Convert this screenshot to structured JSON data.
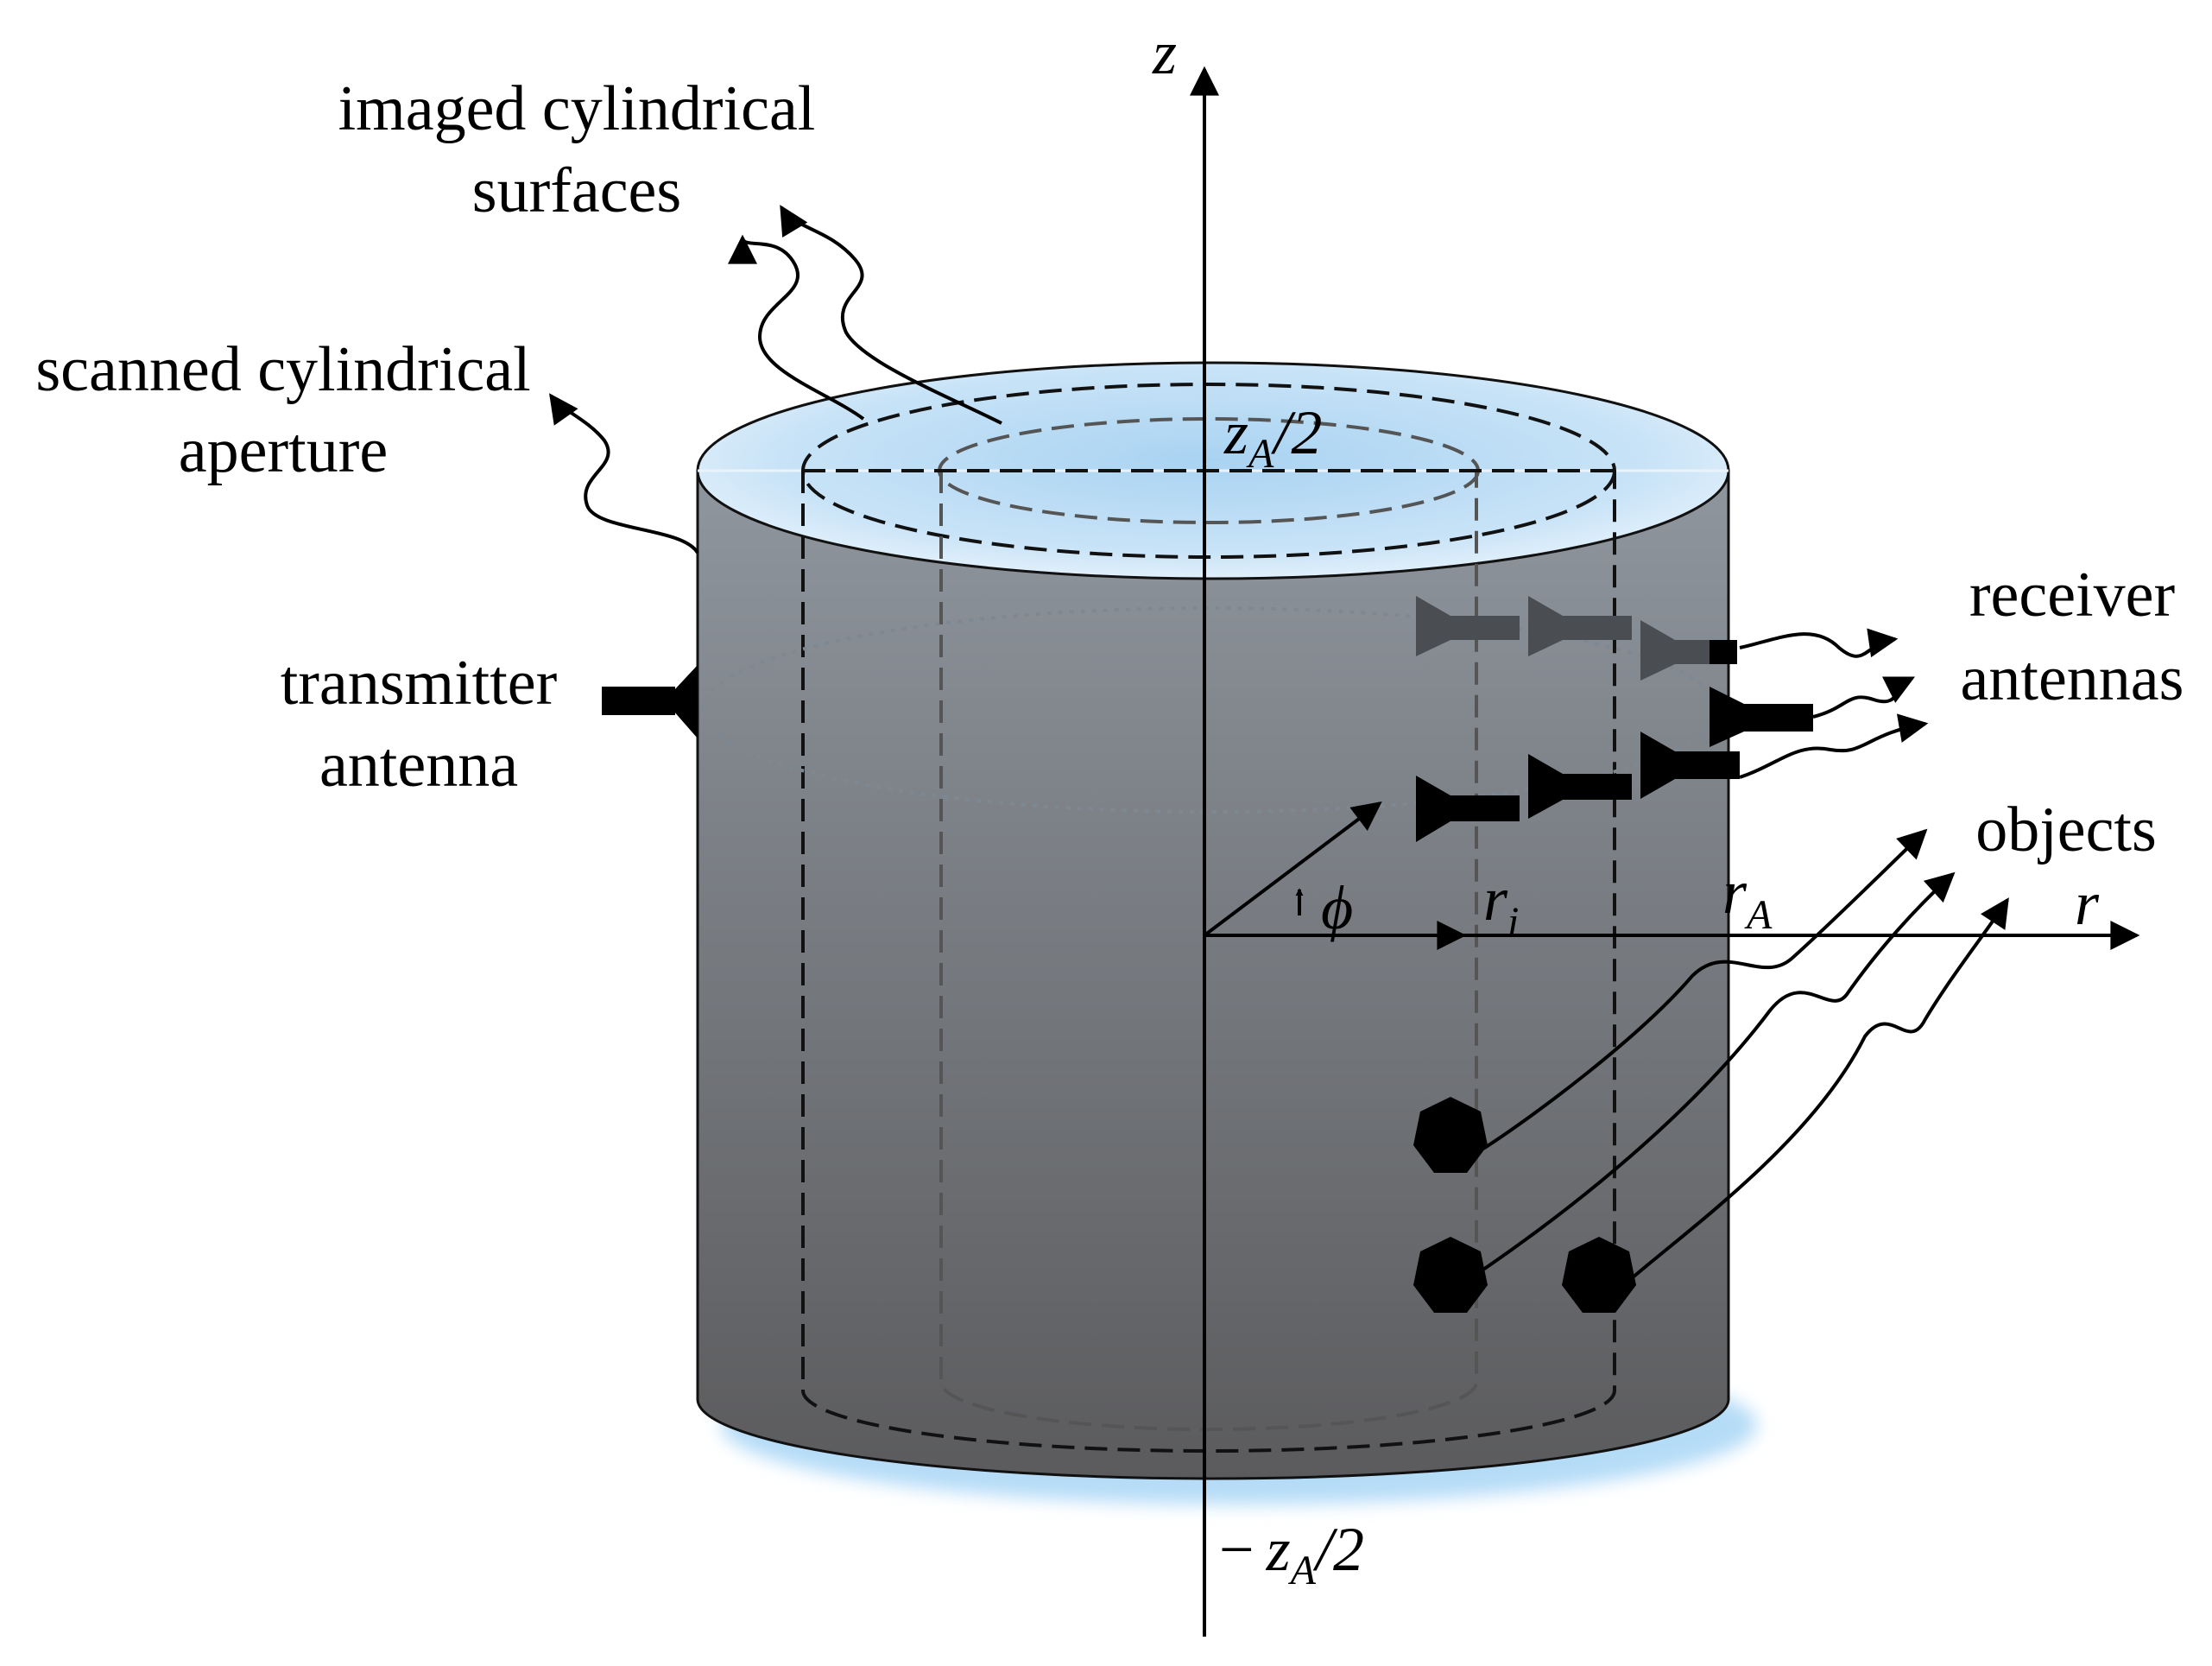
{
  "labels": {
    "imaged_line1": "imaged cylindrical",
    "imaged_line2": "surfaces",
    "scanned_line1": "scanned cylindrical",
    "scanned_line2": "aperture",
    "transmitter_line1": "transmitter",
    "transmitter_line2": "antenna",
    "receiver_line1": "receiver",
    "receiver_line2": "antennas",
    "objects": "objects"
  },
  "axes": {
    "z": "z",
    "r": "r",
    "phi": "ϕ",
    "ri_main": "r",
    "ri_sub": "i",
    "rA_main": "r",
    "rA_sub": "A",
    "top_main": "z",
    "top_sub": "A",
    "top_tail": "/2",
    "bottom_sign": "−",
    "bottom_main": "z",
    "bottom_sub": "A",
    "bottom_tail": "/2"
  },
  "colors": {
    "cylinder_top": "#8f969e",
    "cylinder_bottom": "#5b5b5d",
    "lid_light": "#eaf4fc",
    "lid_blue": "#a9d3f2",
    "glow": "#b5dcf7",
    "ink": "#000000"
  }
}
